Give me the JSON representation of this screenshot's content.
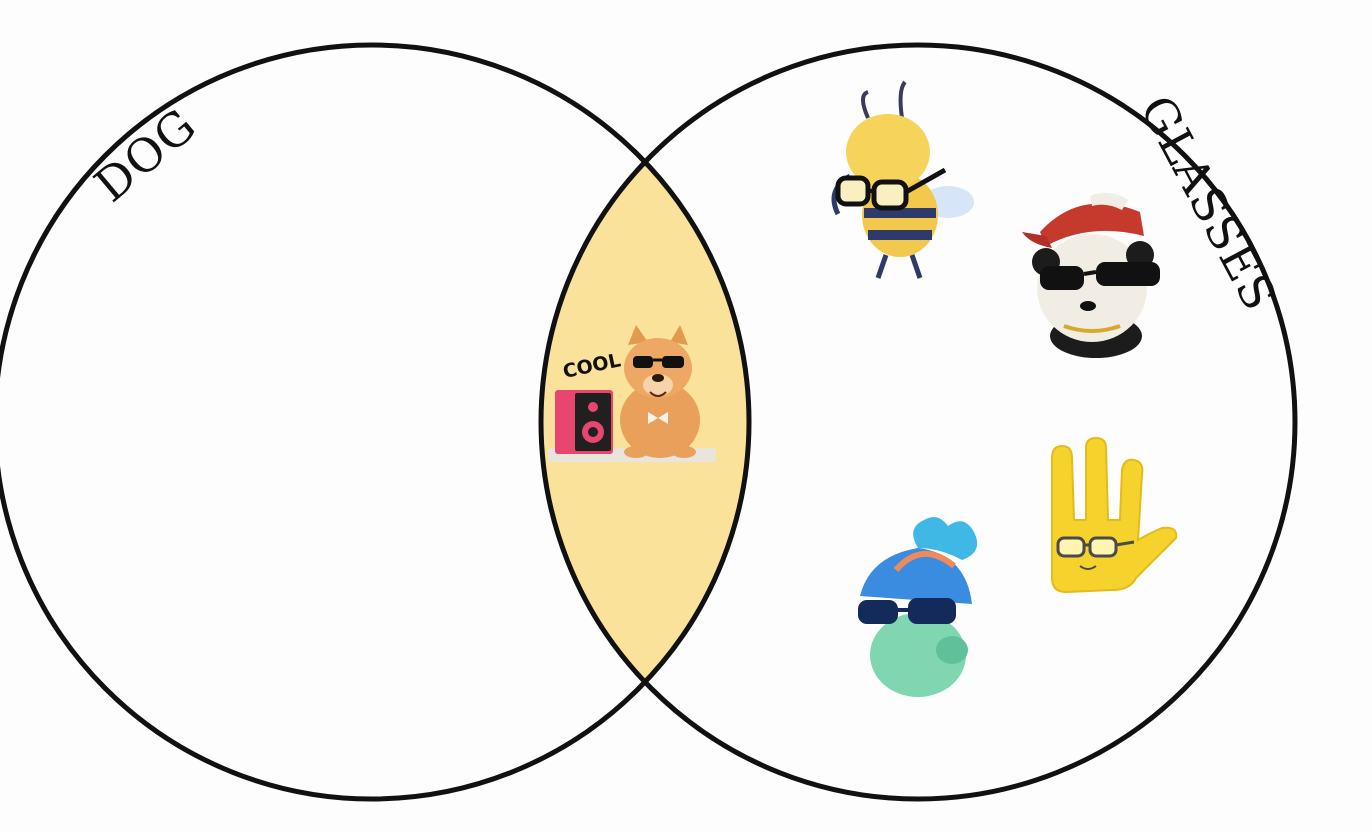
{
  "diagram": {
    "type": "venn",
    "sets": [
      {
        "label": "DOG"
      },
      {
        "label": "GLASSES"
      }
    ],
    "intersection_fill": "#fbe29a",
    "outline_color": "#111111",
    "stickers": [
      {
        "icon": "cool-dog-with-speaker-sticker",
        "region": "intersection",
        "text": "COOL"
      },
      {
        "icon": "bee-with-glasses-sticker",
        "region": "glasses-only"
      },
      {
        "icon": "panda-with-cap-and-sunglasses-sticker",
        "region": "glasses-only"
      },
      {
        "icon": "glove-hand-with-glasses-sticker",
        "region": "glasses-only"
      },
      {
        "icon": "blue-haired-face-with-sunglasses-sticker",
        "region": "glasses-only"
      }
    ]
  }
}
